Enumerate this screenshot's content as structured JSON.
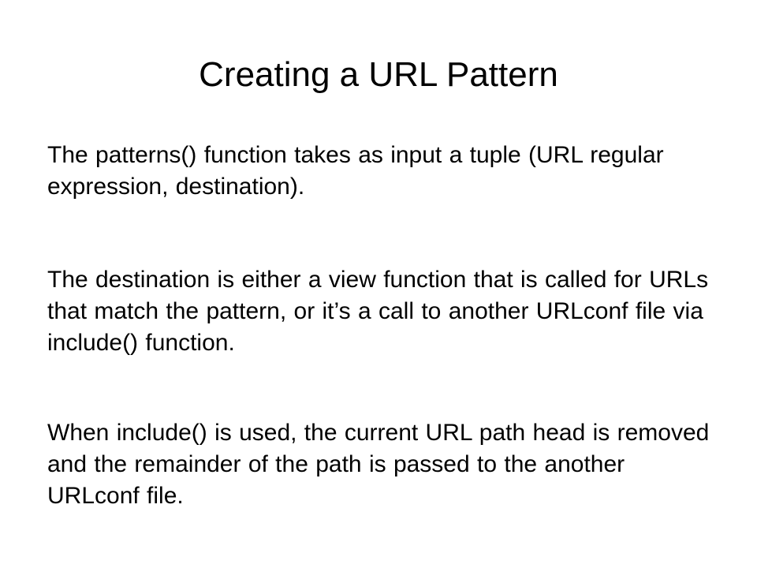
{
  "slide": {
    "title": "Creating a URL Pattern",
    "paragraphs": [
      "The patterns() function takes as input a tuple (URL regular expression, destination).",
      "The destination is either a view function that is called for URLs that match the pattern, or it’s a call to another URLconf file via include() function.",
      "When include() is used, the current URL path head is removed and the remainder of the path is passed to the another URLconf file."
    ]
  }
}
